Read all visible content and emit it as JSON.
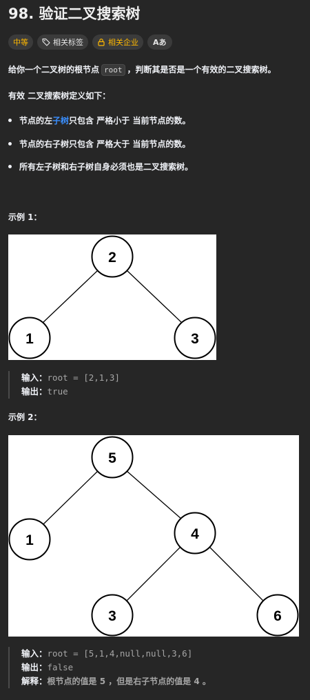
{
  "problem": {
    "title": "98. 验证二叉搜索树",
    "tags": {
      "difficulty": "中等",
      "topics": "相关标签",
      "companies": "相关企业",
      "lang": "Aあ"
    },
    "description": {
      "intro_before": "给你一个二叉树的根节点",
      "intro_code": "root",
      "intro_after": "，判断其是否是一个有效的二叉搜索树。",
      "def_bold": "有效",
      "def_rest": "二叉搜索树定义如下：",
      "bullets": [
        {
          "pre": "节点的左",
          "link": "子树",
          "post": "只包含",
          "strong": "严格小于",
          "tail": "当前节点的数。"
        },
        {
          "pre": "节点的右子树只包含",
          "strong": "严格大于",
          "tail": "当前节点的数。"
        },
        {
          "text": "所有左子树和右子树自身必须也是二叉搜索树。"
        }
      ]
    },
    "examples": [
      {
        "title": "示例 1：",
        "nodes": [
          "2",
          "1",
          "3"
        ],
        "input_label": "输入：",
        "input": "root = [2,1,3]",
        "output_label": "输出：",
        "output": "true"
      },
      {
        "title": "示例 2：",
        "nodes": [
          "5",
          "1",
          "4",
          "3",
          "6"
        ],
        "input_label": "输入：",
        "input": "root = [5,1,4,null,null,3,6]",
        "output_label": "输出：",
        "output": "false",
        "explanation_label": "解释：",
        "explanation": "根节点的值是 5 ，但是右子节点的值是 4 。"
      }
    ]
  },
  "colors": {
    "background": "#262626",
    "difficulty_medium": "#ffb800",
    "link": "#3a8fff"
  }
}
